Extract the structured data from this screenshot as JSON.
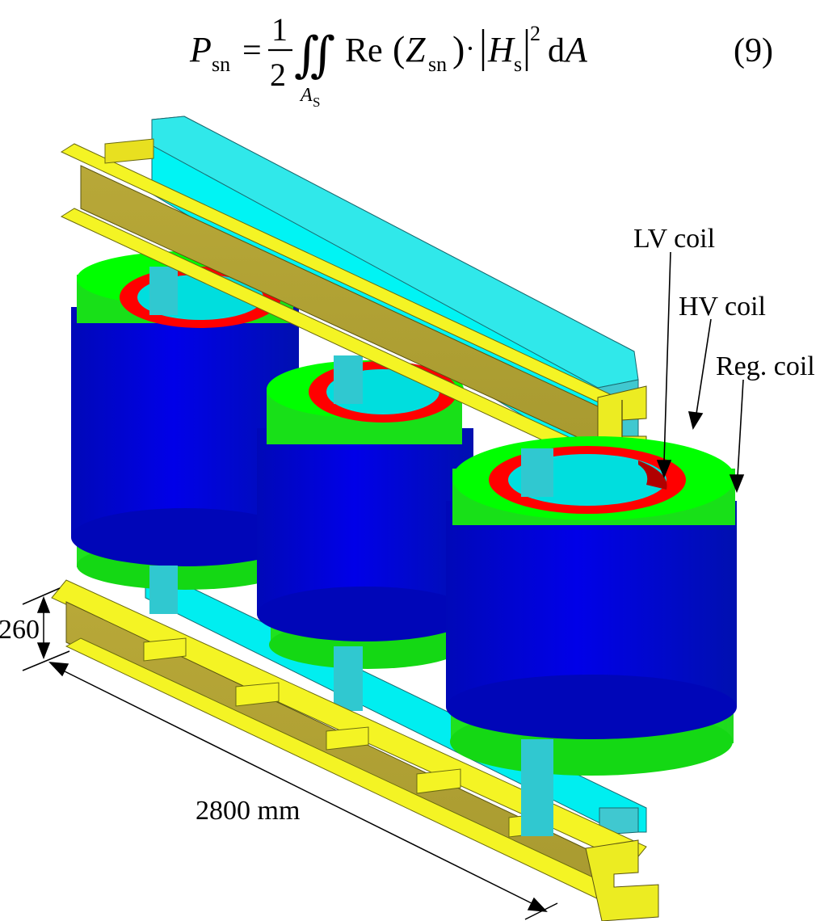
{
  "equation": {
    "lhs_symbol": "P",
    "lhs_sub": "sn",
    "equals": "=",
    "frac_num": "1",
    "frac_den": "2",
    "integral": "∬",
    "domain_symbol": "A",
    "domain_sub": "S",
    "re": "Re",
    "z_symbol": "Z",
    "z_sub": "sn",
    "dot": "·",
    "h_symbol": "H",
    "h_sub": "s",
    "power": "2",
    "differential": "d",
    "area_symbol": "A",
    "number": "(9)"
  },
  "labels": {
    "lv_coil": "LV coil",
    "hv_coil": "HV coil",
    "reg_coil": "Reg. coil",
    "height_dim": "260",
    "length_dim": "2800 mm"
  },
  "colors": {
    "background": "#ffffff",
    "core": "#00ffff",
    "core_shade": "#40c8d0",
    "clamp": "#f0f020",
    "clamp_shade": "#a8a030",
    "coil_outer": "#0000e0",
    "coil_outer_dark": "#0010a8",
    "coil_middle": "#00ff00",
    "coil_inner": "#ff0000",
    "dimension_line": "#000000"
  }
}
